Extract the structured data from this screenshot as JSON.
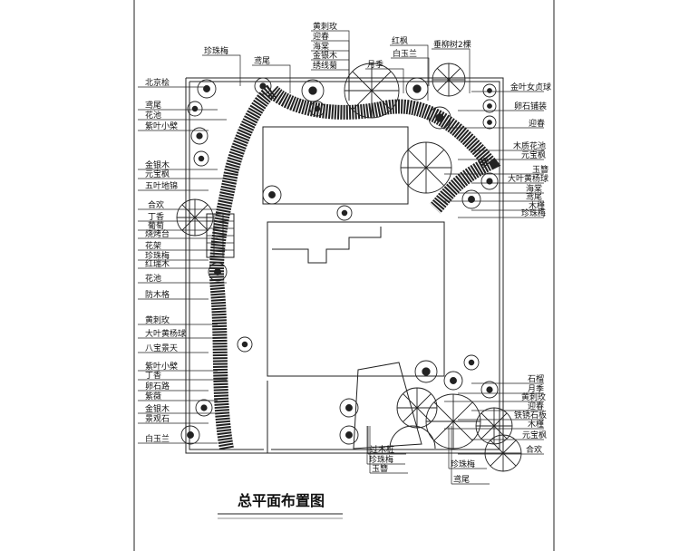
{
  "title": "总平面布置图",
  "labels": {
    "left": [
      "北京桧",
      "鸢尾",
      "花池",
      "紫叶小檗",
      "金银木",
      "元宝枫",
      "五叶地锦",
      "合欢",
      "丁香",
      "葡萄",
      "烧烤台",
      "花架",
      "珍珠梅",
      "红瑞木",
      "花池",
      "防木格",
      "黄刺玫",
      "大叶黄杨球",
      "八宝景天",
      "紫叶小檗",
      "丁香",
      "卵石路",
      "紫薇",
      "金银木",
      "景观石",
      "白玉兰"
    ],
    "top": [
      "珍珠梅",
      "鸢尾",
      "黄刺玫",
      "迎春",
      "海棠",
      "金银木",
      "绣线菊",
      "月季",
      "红枫",
      "白玉兰",
      "垂柳树2棵"
    ],
    "right": [
      "金叶女贞球",
      "卵石铺装",
      "迎春",
      "木质花池",
      "元宝枫",
      "玉簪",
      "大叶黄杨球",
      "海棠",
      "鸢尾",
      "木槿",
      "珍珠梅"
    ],
    "bottom_right": [
      "石榴",
      "月季",
      "黄刺玫",
      "迎春",
      "铁锈石板",
      "木槿",
      "元宝枫",
      "合欢"
    ],
    "bottom": [
      "过木桩",
      "珍珠梅",
      "玉簪",
      "珍珠梅",
      "鸢尾"
    ]
  }
}
